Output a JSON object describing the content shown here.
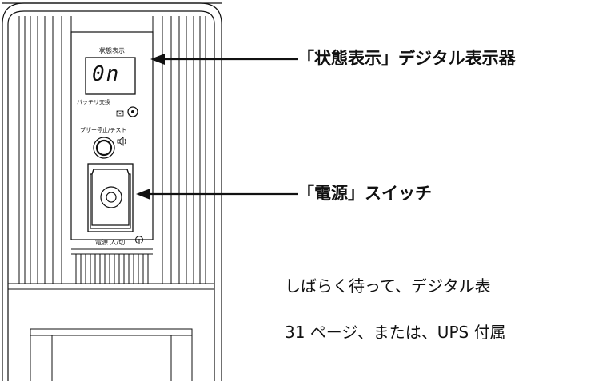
{
  "panel": {
    "status_label": "状態表示",
    "lcd_value": "0n",
    "battery_label": "バッテリ交換",
    "buzzer_label": "ブザー停止/テスト",
    "power_label": "電源 入/切"
  },
  "callouts": {
    "status_display": "「状態表示」デジタル表示器",
    "power_switch": "「電源」スイッチ"
  },
  "body_text": {
    "line1": "しばらく待って、デジタル表",
    "line2": "31 ページ、または、UPS 付属"
  },
  "icons": [
    "arrow-icon",
    "battery-icon",
    "speaker-icon",
    "power-icon"
  ]
}
